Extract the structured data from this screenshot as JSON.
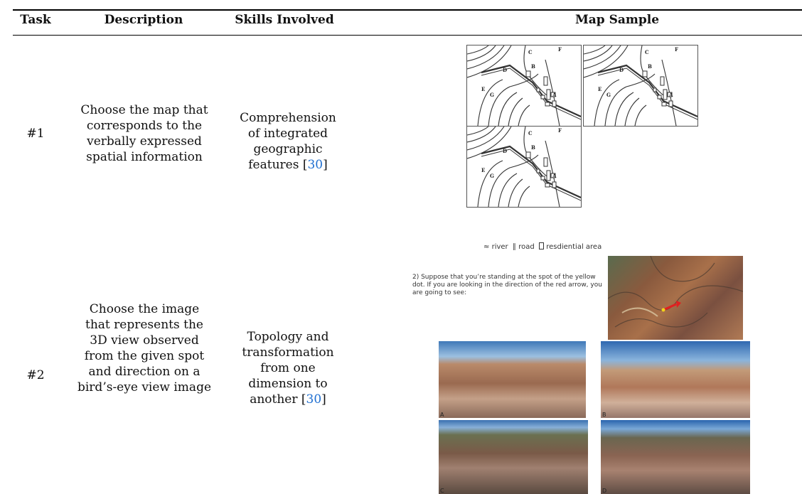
{
  "table": {
    "headers": [
      "Task",
      "Description",
      "Skills Involved",
      "Map Sample"
    ],
    "rows": [
      {
        "task": "#1",
        "description": "Choose the map that corresponds to the verbally expressed spatial information",
        "skills_text": "Comprehension of integrated geographic features [",
        "skills_ref": "30",
        "skills_end": "]",
        "map_labels": [
          "A",
          "B",
          "C",
          "D",
          "E",
          "F",
          "G"
        ],
        "legend": {
          "river": "river",
          "road": "road",
          "residential": "resdiential area"
        }
      },
      {
        "task": "#2",
        "description": "Choose the image that represents the 3D view observed from the given spot and direction on a bird’s-eye view image",
        "skills_text": "Topology and transformation from one dimension to another [",
        "skills_ref": "30",
        "skills_end": "]",
        "question": "2) Suppose that you’re standing at the spot of the yellow dot. If you are looking in the direction of the red arrow, you are going to see:",
        "option_labels": [
          "A",
          "B",
          "C",
          "D"
        ]
      }
    ]
  },
  "colors": {
    "link": "#1f6fd1",
    "arrow": "#e02020"
  }
}
